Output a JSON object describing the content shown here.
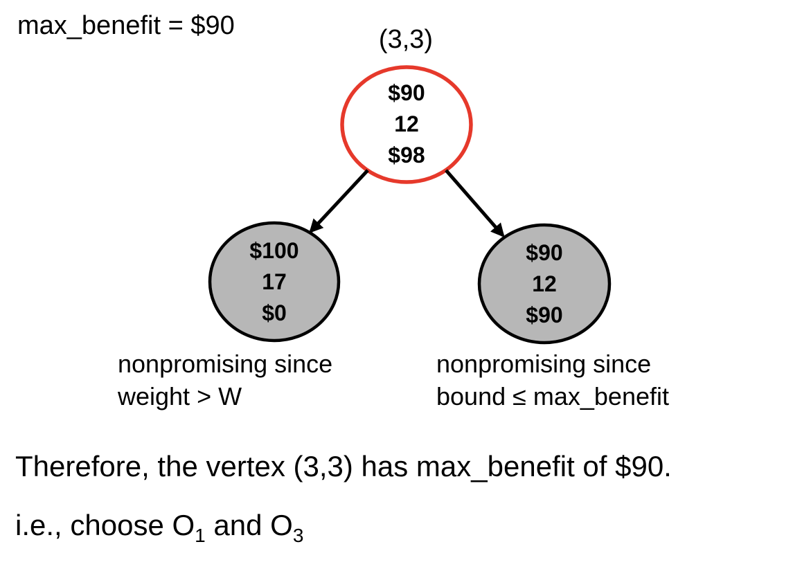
{
  "header": {
    "max_benefit_label": "max_benefit = $90"
  },
  "colors": {
    "root_outline": "#e6392b",
    "root_fill": "#ffffff",
    "child_fill": "#b7b7b7",
    "child_outline": "#000000",
    "edge": "#000000",
    "text": "#000000",
    "background": "#ffffff"
  },
  "tree": {
    "root": {
      "coord_label": "(3,3)",
      "benefit": "$90",
      "weight": "12",
      "bound": "$98"
    },
    "left_child": {
      "benefit": "$100",
      "weight": "17",
      "bound": "$0",
      "caption_line1": "nonpromising since",
      "caption_line2": "weight > W"
    },
    "right_child": {
      "benefit": "$90",
      "weight": "12",
      "bound": "$90",
      "caption_line1": "nonpromising since",
      "caption_line2": "bound ≤ max_benefit"
    }
  },
  "conclusion": {
    "line1": "Therefore, the vertex (3,3) has max_benefit of $90.",
    "line2_prefix": "i.e., choose O",
    "line2_sub1": "1",
    "line2_mid": " and O",
    "line2_sub2": "3"
  }
}
